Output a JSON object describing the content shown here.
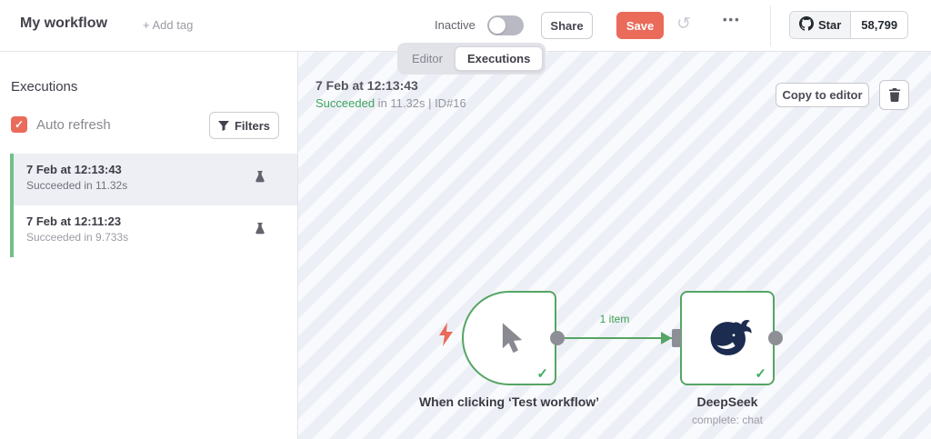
{
  "header": {
    "title": "My workflow",
    "add_tag": "+ Add tag",
    "inactive_label": "Inactive",
    "share": "Share",
    "save": "Save",
    "github": {
      "star": "Star",
      "count": "58,799"
    }
  },
  "tabs": {
    "editor": "Editor",
    "executions": "Executions"
  },
  "sidebar": {
    "heading": "Executions",
    "auto_refresh": "Auto refresh",
    "filters": "Filters",
    "items": [
      {
        "title": "7 Feb at 12:13:43",
        "subtitle": "Succeeded in 11.32s"
      },
      {
        "title": "7 Feb at 12:11:23",
        "subtitle": "Succeeded in 9.733s"
      }
    ]
  },
  "canvas": {
    "header": {
      "title": "7 Feb at 12:13:43",
      "status": "Succeeded",
      "status_rest": " in 11.32s | ID#16"
    },
    "copy_to_editor": "Copy to editor",
    "connection_label": "1 item",
    "nodes": [
      {
        "label": "When clicking ‘Test workflow’"
      },
      {
        "label": "DeepSeek",
        "sublabel": "complete: chat"
      }
    ]
  },
  "colors": {
    "accent": "#ea6b5a",
    "success_green": "#55a564",
    "status_text_green": "#3ea35f",
    "navy_logo": "#1c2b50"
  }
}
